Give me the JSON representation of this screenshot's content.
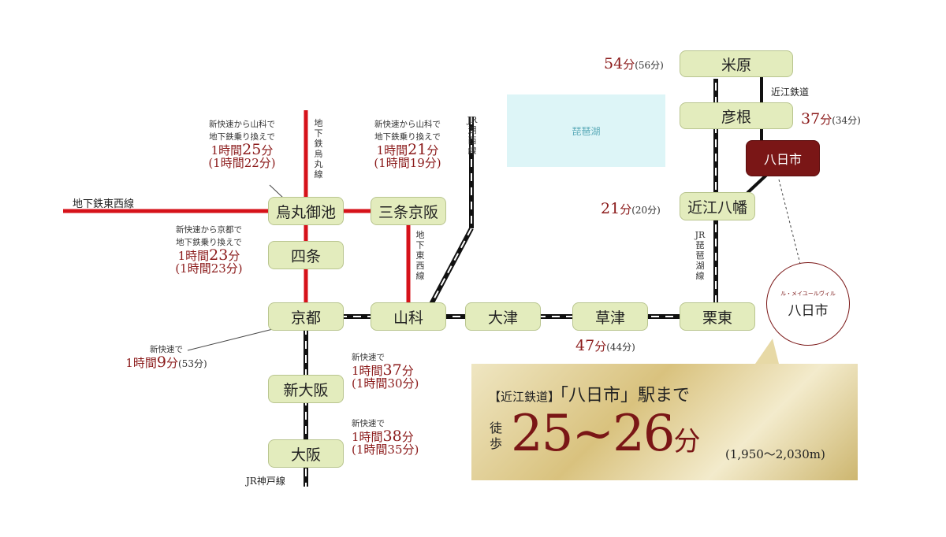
{
  "stations": {
    "maibara": "米原",
    "hikone": "彦根",
    "yokaichi": "八日市",
    "omihachiman": "近江八幡",
    "ritto": "栗東",
    "kusatsu": "草津",
    "otsu": "大津",
    "yamashina": "山科",
    "kyoto": "京都",
    "shinosaka": "新大阪",
    "osaka": "大阪",
    "shijo": "四条",
    "karasuma_oike": "烏丸御池",
    "sanjo_keihan": "三条京阪"
  },
  "lines": {
    "tozai": "地下鉄東西線",
    "karasuma": "地下鉄烏丸線",
    "kosei": "JR湖西線",
    "tozai_v": "地下東西線",
    "biwako": "JR琵琶湖線",
    "ohmi": "近江鉄道",
    "kobe": "JR神戸線"
  },
  "lake": "琵琶湖",
  "times": {
    "maibara": {
      "min": "54",
      "unit": "分",
      "alt": "(56分)"
    },
    "hikone": {
      "min": "37",
      "unit": "分",
      "alt": "(34分)"
    },
    "omihachiman": {
      "min": "21",
      "unit": "分",
      "alt": "(20分)"
    },
    "kusatsu": {
      "min": "47",
      "unit": "分",
      "alt": "(44分)"
    },
    "karasuma_oike": {
      "note1": "新快速から山科で",
      "note2": "地下鉄乗り換えで",
      "h": "1時間",
      "m": "25",
      "unit": "分",
      "alt": "(1時間22分)"
    },
    "sanjo_keihan": {
      "note1": "新快速から山科で",
      "note2": "地下鉄乗り換えで",
      "h": "1時間",
      "m": "21",
      "unit": "分",
      "alt": "(1時間19分)"
    },
    "shijo": {
      "note1": "新快速から京都で",
      "note2": "地下鉄乗り換えで",
      "h": "1時間",
      "m": "23",
      "unit": "分",
      "alt": "(1時間23分)"
    },
    "kyoto": {
      "note1": "新快速で",
      "h": "1時間",
      "m": "9",
      "unit": "分",
      "alt": "(53分)"
    },
    "shinosaka": {
      "note1": "新快速で",
      "h": "1時間",
      "m": "37",
      "unit": "分",
      "alt": "(1時間30分)"
    },
    "osaka": {
      "note1": "新快速で",
      "h": "1時間",
      "m": "38",
      "unit": "分",
      "alt": "(1時間35分)"
    }
  },
  "property": {
    "small": "ル・メイユールヴィル",
    "name": "八日市"
  },
  "panel": {
    "railway": "【近江鉄道】",
    "station": "「八日市」駅まで",
    "walk": "徒歩",
    "minutes": "25~26",
    "unit": "分",
    "distance": "(1,950〜2,030m)"
  },
  "colors": {
    "subway": "#d6121a",
    "jr": "#111111",
    "station_fill": "#e3ecbd",
    "destination": "#7a1616",
    "time_text": "#8b1a1a"
  }
}
